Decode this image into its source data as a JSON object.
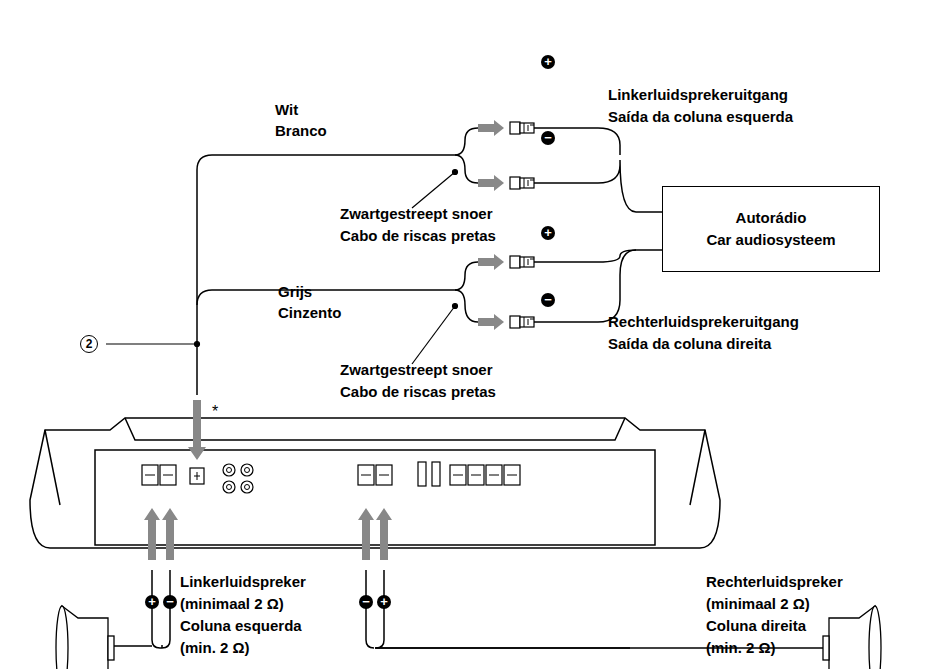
{
  "diagram": {
    "nodes": [
      {
        "text": [
          "Autorádio",
          "Car audiosysteem"
        ]
      }
    ],
    "labels": [
      "Wit",
      "Branco",
      "Linkerluidsprekeruitgang",
      "Saída da coluna esquerda",
      "+",
      "−",
      "Zwartgestreept snoer",
      "Cabo de riscas pretas",
      "2",
      "Grijs",
      "Cinzento",
      "+",
      "−",
      "Rechterluidsprekeruitgang",
      "Saída da coluna direita",
      "Zwartgestreept snoer",
      "Cabo de riscas pretas",
      "*",
      "+",
      "−",
      "−",
      "+",
      "Linkerluidspreker",
      "(minimaal 2 Ω)",
      "Coluna esquerda",
      "(min. 2 Ω)",
      "Rechterluidspreker",
      "(minimaal 2 Ω)",
      "Coluna direita",
      "(min. 2 Ω)"
    ]
  }
}
